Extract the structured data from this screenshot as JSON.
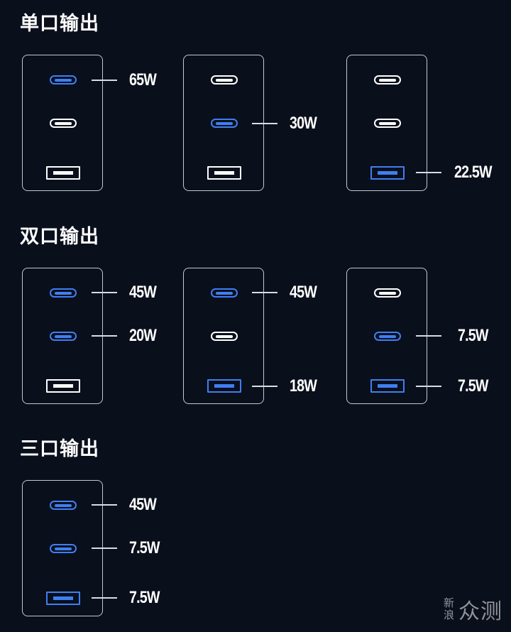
{
  "sections": [
    {
      "title": "单口输出"
    },
    {
      "title": "双口输出"
    },
    {
      "title": "三口输出"
    }
  ],
  "active_color": "#3e7ff2",
  "inactive_color": "#ffffff",
  "single": [
    {
      "ports": [
        {
          "type": "usb-c",
          "active": true,
          "watt": "65W"
        },
        {
          "type": "usb-c",
          "active": false,
          "watt": ""
        },
        {
          "type": "usb-a",
          "active": false,
          "watt": ""
        }
      ]
    },
    {
      "ports": [
        {
          "type": "usb-c",
          "active": false,
          "watt": ""
        },
        {
          "type": "usb-c",
          "active": true,
          "watt": "30W"
        },
        {
          "type": "usb-a",
          "active": false,
          "watt": ""
        }
      ]
    },
    {
      "ports": [
        {
          "type": "usb-c",
          "active": false,
          "watt": ""
        },
        {
          "type": "usb-c",
          "active": false,
          "watt": ""
        },
        {
          "type": "usb-a",
          "active": true,
          "watt": "22.5W"
        }
      ]
    }
  ],
  "dual": [
    {
      "ports": [
        {
          "type": "usb-c",
          "active": true,
          "watt": "45W"
        },
        {
          "type": "usb-c",
          "active": true,
          "watt": "20W"
        },
        {
          "type": "usb-a",
          "active": false,
          "watt": ""
        }
      ]
    },
    {
      "ports": [
        {
          "type": "usb-c",
          "active": true,
          "watt": "45W"
        },
        {
          "type": "usb-c",
          "active": false,
          "watt": ""
        },
        {
          "type": "usb-a",
          "active": true,
          "watt": "18W"
        }
      ]
    },
    {
      "ports": [
        {
          "type": "usb-c",
          "active": false,
          "watt": ""
        },
        {
          "type": "usb-c",
          "active": true,
          "watt": "7.5W"
        },
        {
          "type": "usb-a",
          "active": true,
          "watt": "7.5W"
        }
      ]
    }
  ],
  "triple": [
    {
      "ports": [
        {
          "type": "usb-c",
          "active": true,
          "watt": "45W"
        },
        {
          "type": "usb-c",
          "active": true,
          "watt": "7.5W"
        },
        {
          "type": "usb-a",
          "active": true,
          "watt": "7.5W"
        }
      ]
    }
  ],
  "watermark": {
    "line1": "新",
    "line2": "浪",
    "big": "众测"
  }
}
